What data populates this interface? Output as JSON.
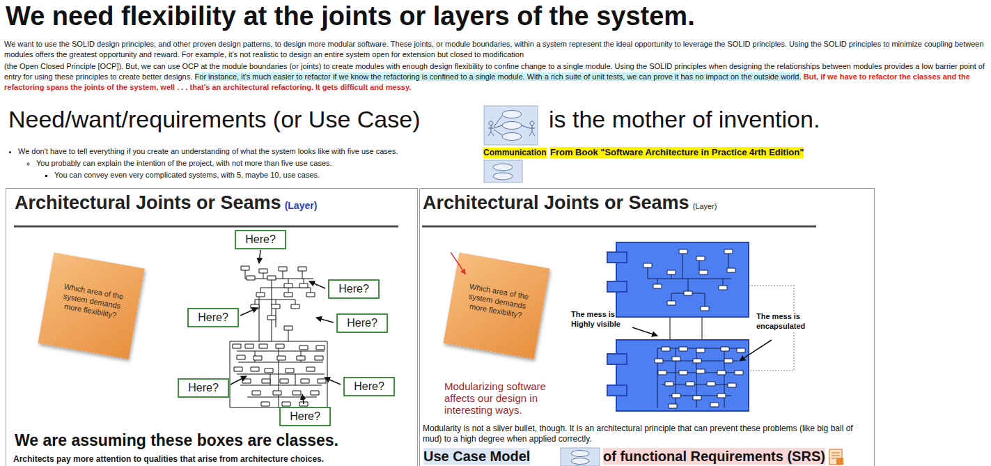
{
  "diagram": {
    "title": "We need flexibility at the joints or layers of the system.",
    "nodes": [
      {
        "text": [
          "Architectural Joints or Seams",
          "(Layer)",
          "We are assuming these boxes are classes.",
          "Architects pay more attention to qualities that arise from architecture choices."
        ]
      },
      {
        "text": [
          "Which area of the system demands more flexibility?"
        ],
        "in": 0
      },
      {
        "text": [
          "Here?"
        ],
        "in": 0
      },
      {
        "text": [
          "Here?"
        ],
        "in": 0
      },
      {
        "text": [
          "Here?"
        ],
        "in": 0
      },
      {
        "text": [
          "Here?"
        ],
        "in": 0
      },
      {
        "text": [
          "Here?"
        ],
        "in": 0
      },
      {
        "text": [
          "Here?"
        ],
        "in": 0
      },
      {
        "text": [
          "Here?"
        ],
        "in": 0
      },
      {
        "text": [
          "Architectural Joints or Seams",
          "(Layer)",
          "Modularity is not a silver bullet, though. It is an architectural principle that can prevent these problems (like big ball of mud) to a high degree when applied correctly."
        ]
      },
      {
        "text": [
          "Which area of the system demands more flexibility?"
        ],
        "in": 9
      }
    ],
    "labels": [
      "We want to use the SOLID design principles, and other proven design patterns, to design more modular software. These joints, or module boundaries, within a system represent the ideal opportunity to leverage the SOLID principles. Using the SOLID principles to minimize coupling between modules offers the greatest opportunity and reward. For example, it's not realistic to design an entire system open for extension but closed to modification",
      "(the Open Closed Principle [OCP]). But, we can use OCP at the module boundaries (or joints) to create modules with enough design flexibility to confine change to a single module. Using the SOLID principles when designing the relationships between modules provides a low barrier point of entry for using these principles to create better designs.",
      "For instance, it's much easier to refactor if we know the refactoring is confined to a single module. With a rich suite of unit tests, we can prove it has no impact on the outside world.",
      "But, if we have to refactor the classes and the refactoring spans the joints of the system, well . . . that's an architectural refactoring. It gets difficult and messy.",
      "Need/want/requirements (or Use Case)",
      "is the mother of invention.",
      "We don't have to tell everything if you create an understanding of what the system looks like with five use cases.",
      "You probably can explain the intention of the project, with not more than five use cases.",
      "You can convey even very complicated systems, with 5, maybe 10, use cases.",
      "Communication",
      "From Book \"Software Architecture in Practice 4rth Edition\"",
      "Modularizing software affects our design in interesting ways.",
      "The mess is Highly visible",
      "The mess is encapsulated",
      "Use Case Model",
      "of functional Requirements (SRS)"
    ]
  }
}
